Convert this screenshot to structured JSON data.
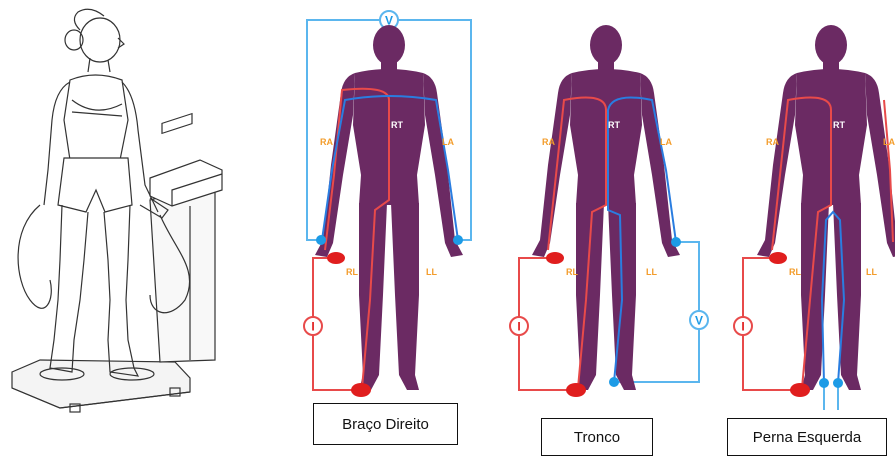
{
  "captions": {
    "right_arm": "Braço Direito",
    "trunk": "Tronco",
    "left_leg": "Perna Esquerda"
  },
  "segment_labels": {
    "ra": "RA",
    "la": "LA",
    "rt": "RT",
    "rl": "RL",
    "ll": "LL"
  },
  "symbols": {
    "voltage": "V",
    "current": "I"
  },
  "colors": {
    "body": "#6b2a63",
    "body_dark": "#4a1a45",
    "current_wire": "#e84a4a",
    "voltage_wire": "#5bb6ee",
    "electrode_red": "#e01e1e",
    "electrode_blue": "#1d9be6",
    "segment_label": "#f39c2a"
  },
  "icons": {
    "scale_figure": "woman-on-bioimpedance-scale-drawing"
  }
}
